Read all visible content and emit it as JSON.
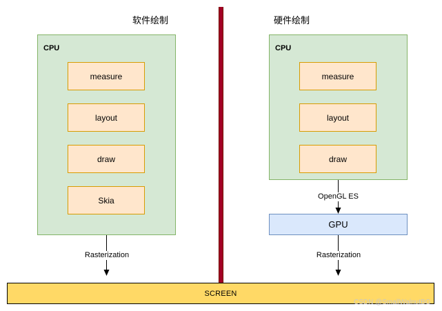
{
  "left": {
    "title": "软件绘制",
    "cpu_label": "CPU",
    "steps": [
      "measure",
      "layout",
      "draw",
      "Skia"
    ],
    "edge_label": "Rasterization"
  },
  "right": {
    "title": "硬件绘制",
    "cpu_label": "CPU",
    "steps": [
      "measure",
      "layout",
      "draw"
    ],
    "edge_label_top": "OpenGL ES",
    "gpu_label": "GPU",
    "edge_label_bottom": "Rasterization"
  },
  "screen_label": "SCREEN",
  "watermark": "CSDN @SmallWalnutBG",
  "colors": {
    "cpu_fill": "#d5e8d4",
    "cpu_stroke": "#82b366",
    "step_fill": "#ffe6cc",
    "step_stroke": "#d79b00",
    "gpu_fill": "#dae8fc",
    "gpu_stroke": "#6c8ebf",
    "screen_fill": "#ffd966",
    "divider": "#a20025"
  }
}
